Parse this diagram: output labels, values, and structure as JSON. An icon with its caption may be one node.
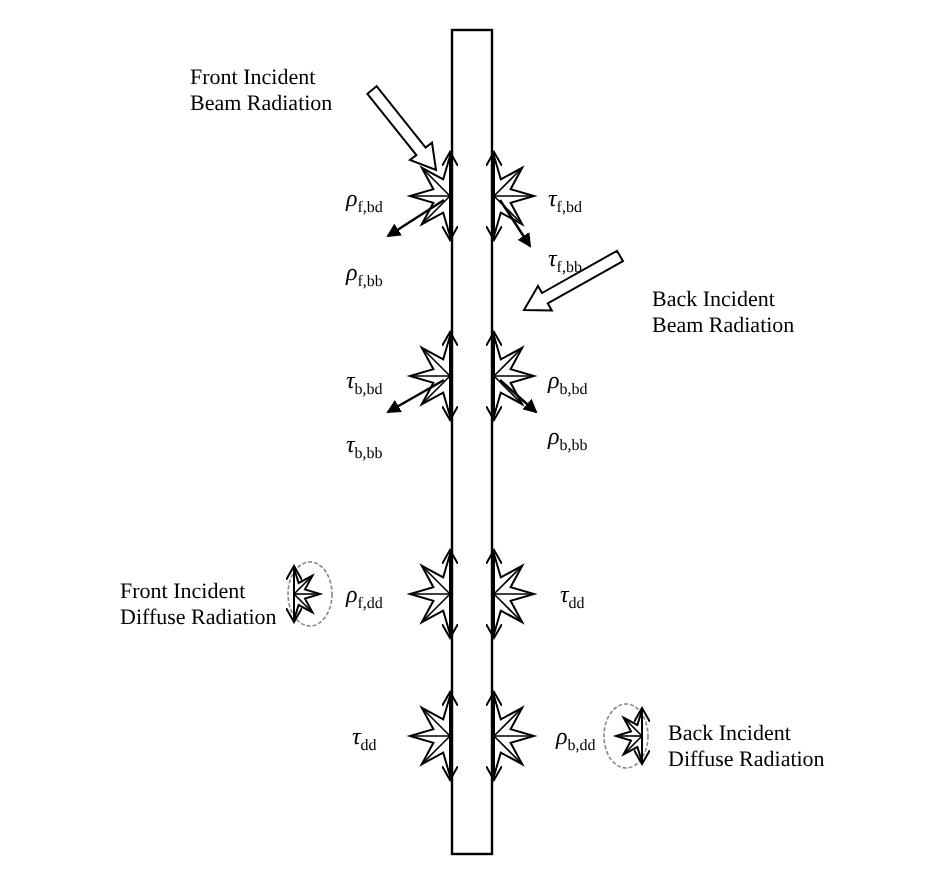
{
  "diagram": {
    "nodes": [
      {
        "text": [],
        "shape": "box"
      }
    ],
    "labels": [
      "Front Incident Beam Radiation",
      "*ρ*$_{f,bd}$",
      "*τ*$_{f,bd}$",
      "*ρ*$_{f,bb}$",
      "*τ*$_{f,bb}$",
      "Back Incident Beam Radiation",
      "*τ*$_{b,bd}$",
      "*ρ*$_{b,bd}$",
      "*τ*$_{b,bb}$",
      "*ρ*$_{b,bb}$",
      "Front Incident Diffuse Radiation",
      "*ρ*$_{f,dd}$",
      "*τ*$_{dd}$",
      "*τ*$_{dd}$",
      "*ρ*$_{b,dd}$",
      "Back Incident Diffuse Radiation"
    ]
  }
}
